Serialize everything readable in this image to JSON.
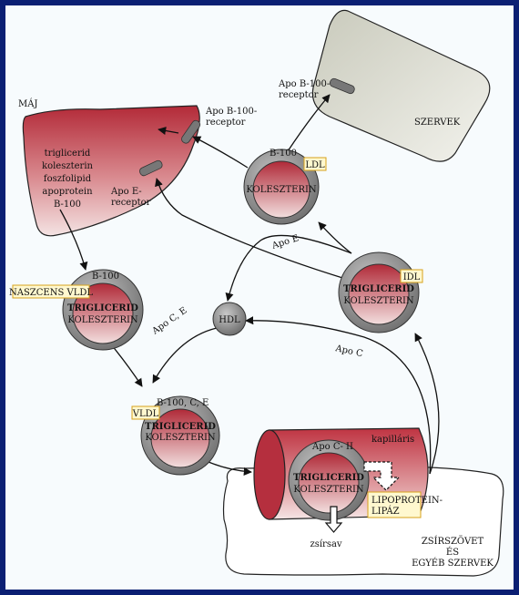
{
  "colors": {
    "frame": "#0b1f73",
    "panel": "#f7fbfd",
    "lipo_fill": "#b5303f",
    "ring": "#8d8d8d",
    "tag_fill": "#fff8cf",
    "tag_border": "#d7a21b"
  },
  "liver": {
    "title": "MÁJ",
    "contents": [
      "triglicerid",
      "koleszterin",
      "foszfolipid",
      "apoprotein",
      "B-100"
    ]
  },
  "organs": {
    "label": "SZERVEK"
  },
  "adipose": {
    "label_line1": "ZSÍRSZÖVET",
    "label_line2": "ÉS",
    "label_line3": "EGYÉB SZERVEK"
  },
  "capillary": {
    "label": "kapilláris"
  },
  "receptors": {
    "b100_liver": [
      "Apo B-100-",
      "receptor"
    ],
    "e_liver": [
      "Apo E-",
      "receptor"
    ],
    "b100_organs": [
      "Apo B-100-",
      "receptor"
    ]
  },
  "particles": {
    "ldl": {
      "apo": "B-100",
      "tag": "LDL",
      "content": "KOLESZTERIN"
    },
    "idl": {
      "tag": "IDL",
      "content1": "TRIGLICERID",
      "content2": "KOLESZTERIN"
    },
    "nascent_vldl": {
      "apo": "B-100",
      "tag": "NASZCENS VLDL",
      "content1": "TRIGLICERID",
      "content2": "KOLESZTERIN"
    },
    "vldl": {
      "apo": "B-100, C, E",
      "tag": "VLDL",
      "content1": "TRIGLICERID",
      "content2": "KOLESZTERIN"
    },
    "hdl": {
      "label": "HDL"
    },
    "capillary_vldl": {
      "apo": "Apo  C- II",
      "content1": "TRIGLICERID",
      "content2": "KOLESZTERIN"
    }
  },
  "enzyme": {
    "line1": "LIPOPROTEIN-",
    "line2": "LIPÁZ"
  },
  "product": {
    "label": "zsírsav"
  },
  "transfers": {
    "apo_e": "Apo E",
    "apo_ce": "Apo C, E",
    "apo_c": "Apo C"
  }
}
